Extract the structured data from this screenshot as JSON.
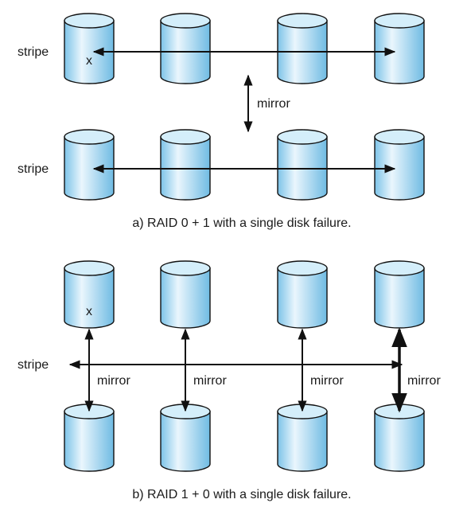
{
  "part_a": {
    "stripe_label_top": "stripe",
    "stripe_label_bottom": "stripe",
    "mirror_label": "mirror",
    "failed_marker": "x",
    "caption": "a) RAID 0 + 1 with a single disk failure."
  },
  "part_b": {
    "stripe_label": "stripe",
    "mirror_labels": [
      "mirror",
      "mirror",
      "mirror",
      "mirror"
    ],
    "failed_marker": "x",
    "caption": "b) RAID 1 + 0 with a single disk failure."
  },
  "colors": {
    "disk_light": "#eaf6fd",
    "disk_dark": "#7cc3e8",
    "disk_top": "#d4eefa",
    "outline": "#111111"
  }
}
